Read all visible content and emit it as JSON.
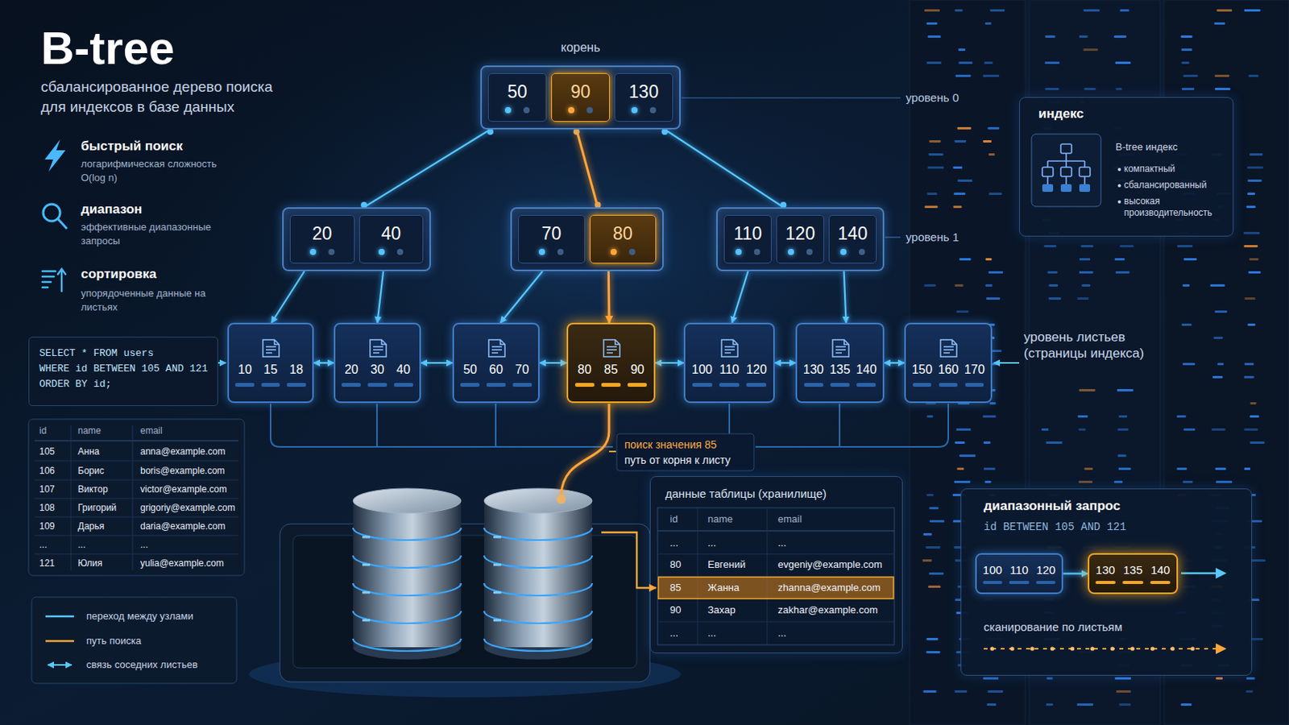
{
  "diagram": {
    "title": "B-tree",
    "nodes": [
      {
        "text": [
          "корень",
          "50",
          "90",
          "130"
        ]
      },
      {
        "text": [
          "20",
          "40"
        ]
      },
      {
        "text": [
          "70",
          "80"
        ]
      },
      {
        "text": [
          "110",
          "120",
          "140"
        ]
      },
      {
        "text": [
          "10",
          "15",
          "18"
        ]
      },
      {
        "text": [
          "20",
          "30",
          "40"
        ]
      },
      {
        "text": [
          "50",
          "60",
          "70"
        ]
      },
      {
        "text": [
          "80",
          "85",
          "90"
        ]
      },
      {
        "text": [
          "100",
          "110",
          "120"
        ]
      },
      {
        "text": [
          "130",
          "135",
          "140"
        ]
      },
      {
        "text": [
          "150",
          "160",
          "170"
        ]
      },
      {
        "text": [
          "SELECT * FROM users",
          "WHERE id BETWEEN 105 AND 121",
          "ORDER BY id;"
        ]
      },
      {
        "text": [
          "данные таблицы (хранилище)"
        ]
      },
      {
        "text": [
          "индекс",
          "B-tree индекс",
          "компактный",
          "сбалансированный",
          "высокая производительность"
        ]
      },
      {
        "text": [
          "диапазонный запрос",
          "id BETWEEN 105 AND 121",
          "сканирование по листьям"
        ]
      },
      {
        "text": [
          "100",
          "110",
          "120"
        ],
        "in": 14
      },
      {
        "text": [
          "130",
          "135",
          "140"
        ],
        "in": 14
      }
    ],
    "edges": [
      {
        "from": 0,
        "to": 1,
        "arrow": "none"
      },
      {
        "from": 0,
        "to": 2,
        "arrow": "none"
      },
      {
        "from": 0,
        "to": 3,
        "arrow": "none"
      },
      {
        "from": 1,
        "to": 4,
        "arrow": "to"
      },
      {
        "from": 1,
        "to": 5,
        "arrow": "to"
      },
      {
        "from": 2,
        "to": 6,
        "arrow": "to"
      },
      {
        "from": 2,
        "to": 7,
        "arrow": "to"
      },
      {
        "from": 3,
        "to": 8,
        "arrow": "to"
      },
      {
        "from": 3,
        "to": 9,
        "arrow": "to"
      },
      {
        "from": 4,
        "to": 5,
        "arrow": "both"
      },
      {
        "from": 5,
        "to": 6,
        "arrow": "both"
      },
      {
        "from": 6,
        "to": 7,
        "arrow": "both"
      },
      {
        "from": 7,
        "to": 8,
        "arrow": "both"
      },
      {
        "from": 8,
        "to": 9,
        "arrow": "both"
      },
      {
        "from": 9,
        "to": 10,
        "arrow": "both"
      },
      {
        "from": 15,
        "to": 16,
        "arrow": "to"
      }
    ],
    "labels": [
      "сбалансированное дерево поиска для индексов в базе данных",
      "быстрый поиск",
      "логарифмическая сложность O(log n)",
      "диапазон",
      "эффективные диапазонные запросы",
      "сортировка",
      "упорядоченные данные на листьях",
      "уровень 0",
      "уровень 1",
      "уровень листьев (страницы индекса)",
      "id",
      "name",
      "email",
      "105",
      "Анна",
      "anna@example.com",
      "106",
      "Борис",
      "boris@example.com",
      "107",
      "Виктор",
      "victor@example.com",
      "108",
      "Григорий",
      "grigoriy@example.com",
      "109",
      "Дарья",
      "daria@example.com",
      "...",
      "...",
      "...",
      "121",
      "Юлия",
      "yulia@example.com",
      "поиск значения 85",
      "путь от корня к листу",
      "id",
      "name",
      "email",
      "...",
      "...",
      "...",
      "80",
      "Евгений",
      "evgeniy@example.com",
      "85",
      "Жанна",
      "zhanna@example.com",
      "90",
      "Захар",
      "zakhar@example.com",
      "...",
      "...",
      "..."
    ],
    "legend": [
      {
        "text": "переход между узлами"
      },
      {
        "text": "путь поиска"
      },
      {
        "text": "связь соседних листьев"
      }
    ]
  }
}
